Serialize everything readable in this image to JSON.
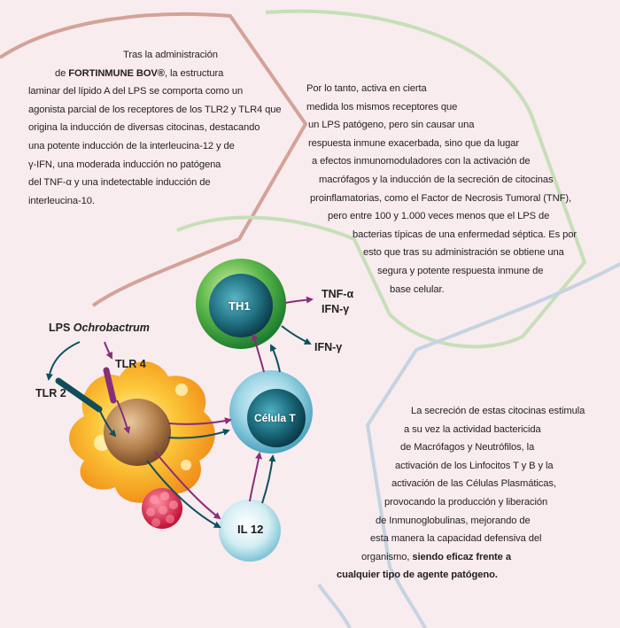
{
  "colors": {
    "background": "#f8ecef",
    "outline_red": "#d4a297",
    "outline_green": "#c6dfb8",
    "outline_blue": "#c5d3e2",
    "arrow_purple": "#8a2e78",
    "arrow_teal": "#0f5060"
  },
  "block1": {
    "line1": "Tras la administración",
    "line2_pre": "de ",
    "line2_bold": "FORTINMUNE BOV®",
    "line2_post": ", la estructura",
    "line3": "laminar del lípido A del LPS se comporta como un",
    "line4": "agonista parcial de los receptores de los TLR2 y TLR4 que",
    "line5": "origina la inducción de diversas citocinas, destacando",
    "line6": "una potente inducción de la interleucina-12 y de",
    "line7": "γ-IFN, una moderada inducción no patógena",
    "line8": "del TNF-α y una indetectable inducción de",
    "line9": "interleucina-10."
  },
  "block2": {
    "lines": [
      "Por lo tanto, activa en cierta",
      "medida los mismos receptores que",
      "un LPS patógeno, pero sin causar una",
      "respuesta inmune exacerbada, sino que da lugar",
      "a efectos inmunomoduladores con la activación de",
      "macrófagos y la inducción de la secreción de citocinas",
      "proinflamatorias, como el Factor de Necrosis Tumoral (TNF),",
      "pero entre  100 y 1.000 veces menos que el LPS de",
      "bacterias típicas de una enfermedad séptica. Es por",
      "esto que tras su administración se obtiene una",
      "segura y potente respuesta inmune de",
      "base celular."
    ]
  },
  "block3": {
    "lines": [
      "La secreción de estas citocinas estimula",
      "a su vez la actividad bactericida",
      "de Macrófagos y Neutrófilos, la",
      "activación de los Linfocitos T y B y la",
      "activación de las Células Plasmáticas,",
      "provocando la producción y liberación",
      "de Inmunoglobulinas, mejorando de",
      "esta manera la capacidad defensiva del"
    ],
    "line9_pre": "organismo, ",
    "line9_bold": "siendo eficaz frente a",
    "line10_bold": "cualquier tipo de agente patógeno."
  },
  "diagram": {
    "lps_pre": "LPS ",
    "lps_italic": "Ochrobactrum",
    "tlr4": "TLR 4",
    "tlr2": "TLR 2",
    "th1": "TH1",
    "celula_t": "Célula T",
    "il12": "IL 12",
    "tnf_alpha": "TNF-α",
    "ifn_gamma_1": "IFN-γ",
    "ifn_gamma_2": "IFN-γ"
  }
}
